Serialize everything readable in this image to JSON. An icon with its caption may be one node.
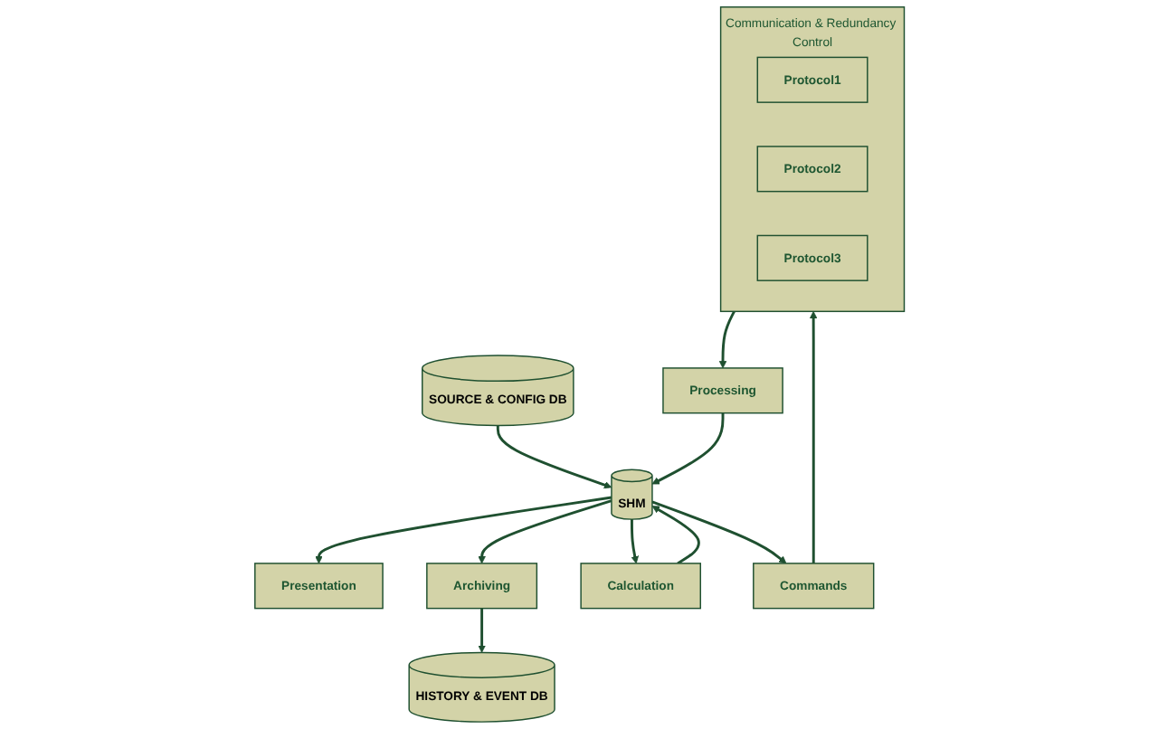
{
  "diagram": {
    "nodes": [
      {
        "text": [
          "Presentation"
        ]
      },
      {
        "text": [
          "Archiving"
        ]
      },
      {
        "text": [
          "Calculation"
        ]
      },
      {
        "text": [
          "HISTORY & EVENT DB"
        ]
      },
      {
        "text": [
          "SHM"
        ]
      },
      {
        "text": [
          "SOURCE & CONFIG DB"
        ]
      },
      {
        "text": [
          "Commands"
        ]
      },
      {
        "text": [
          "Processing"
        ]
      },
      {
        "text": [
          "Communication & Redundancy Control"
        ]
      },
      {
        "text": [
          "Protocol1"
        ],
        "in": 8
      },
      {
        "text": [
          "Protocol2"
        ],
        "in": 8
      },
      {
        "text": [
          "Protocol3"
        ],
        "in": 8
      }
    ],
    "edges": [
      {
        "from": 4,
        "to": 0,
        "arrow": "to"
      },
      {
        "from": 4,
        "to": 1,
        "arrow": "to"
      },
      {
        "from": 1,
        "to": 3,
        "arrow": "to"
      },
      {
        "from": 4,
        "to": 2,
        "arrow": "to"
      },
      {
        "from": 2,
        "to": 4,
        "arrow": "to"
      },
      {
        "from": 5,
        "to": 4,
        "arrow": "to"
      },
      {
        "from": 7,
        "to": 4,
        "arrow": "to"
      },
      {
        "from": 4,
        "to": 6,
        "arrow": "to"
      },
      {
        "from": 6,
        "to": 8,
        "arrow": "to"
      },
      {
        "from": 8,
        "to": 7,
        "arrow": "to"
      }
    ]
  }
}
